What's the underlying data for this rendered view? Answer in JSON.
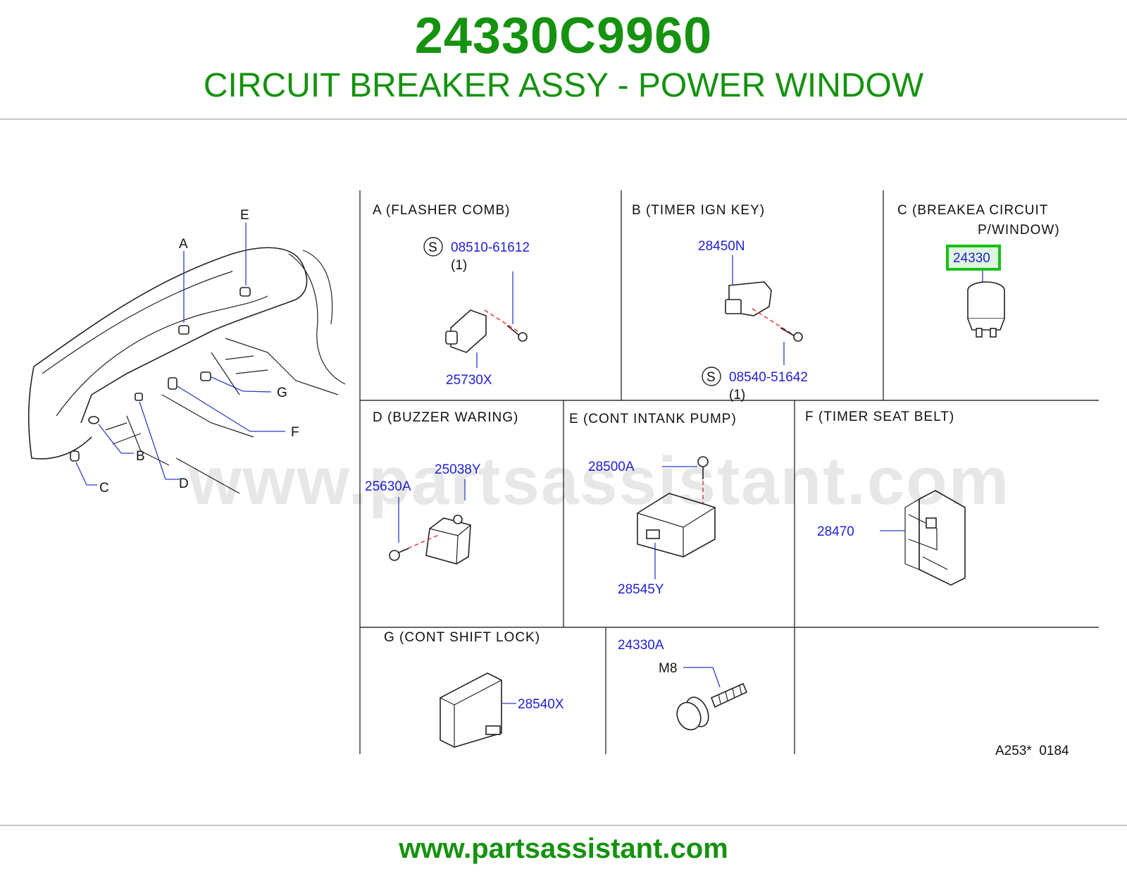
{
  "header": {
    "part_number": "24330C9960",
    "part_name": "CIRCUIT BREAKER ASSY - POWER WINDOW"
  },
  "footer": {
    "url": "www.partsassistant.com"
  },
  "watermark": "www.partsassistant.com",
  "colors": {
    "brand_green": "#15920f",
    "callout_blue": "#1f1fd6",
    "highlight_green": "#18c018"
  },
  "overview": {
    "location_labels": [
      "A",
      "B",
      "C",
      "D",
      "E",
      "F",
      "G"
    ]
  },
  "panels": {
    "a": {
      "title": "A (FLASHER COMB)",
      "screw_symbol": "S",
      "screw_part": "08510-61612",
      "screw_qty": "(1)",
      "part": "25730X"
    },
    "b": {
      "title": "B (TIMER IGN KEY)",
      "part": "28450N",
      "screw_symbol": "S",
      "screw_part": "08540-51642",
      "screw_qty": "(1)"
    },
    "c": {
      "title_line1": "C (BREAKEA CIRCUIT",
      "title_line2": "P/WINDOW)",
      "part": "24330",
      "highlighted": true
    },
    "d": {
      "title": "D (BUZZER WARING)",
      "part_left": "25630A",
      "part_right": "25038Y"
    },
    "e": {
      "title": "E (CONT INTANK PUMP)",
      "part_top": "28500A",
      "part_bottom": "28545Y"
    },
    "f": {
      "title": "F (TIMER SEAT BELT)",
      "part": "28470"
    },
    "g": {
      "title": "G (CONT SHIFT LOCK)",
      "part": "28540X"
    },
    "bolt": {
      "part": "24330A",
      "size": "M8"
    }
  },
  "figure_code": "A253*  0184"
}
